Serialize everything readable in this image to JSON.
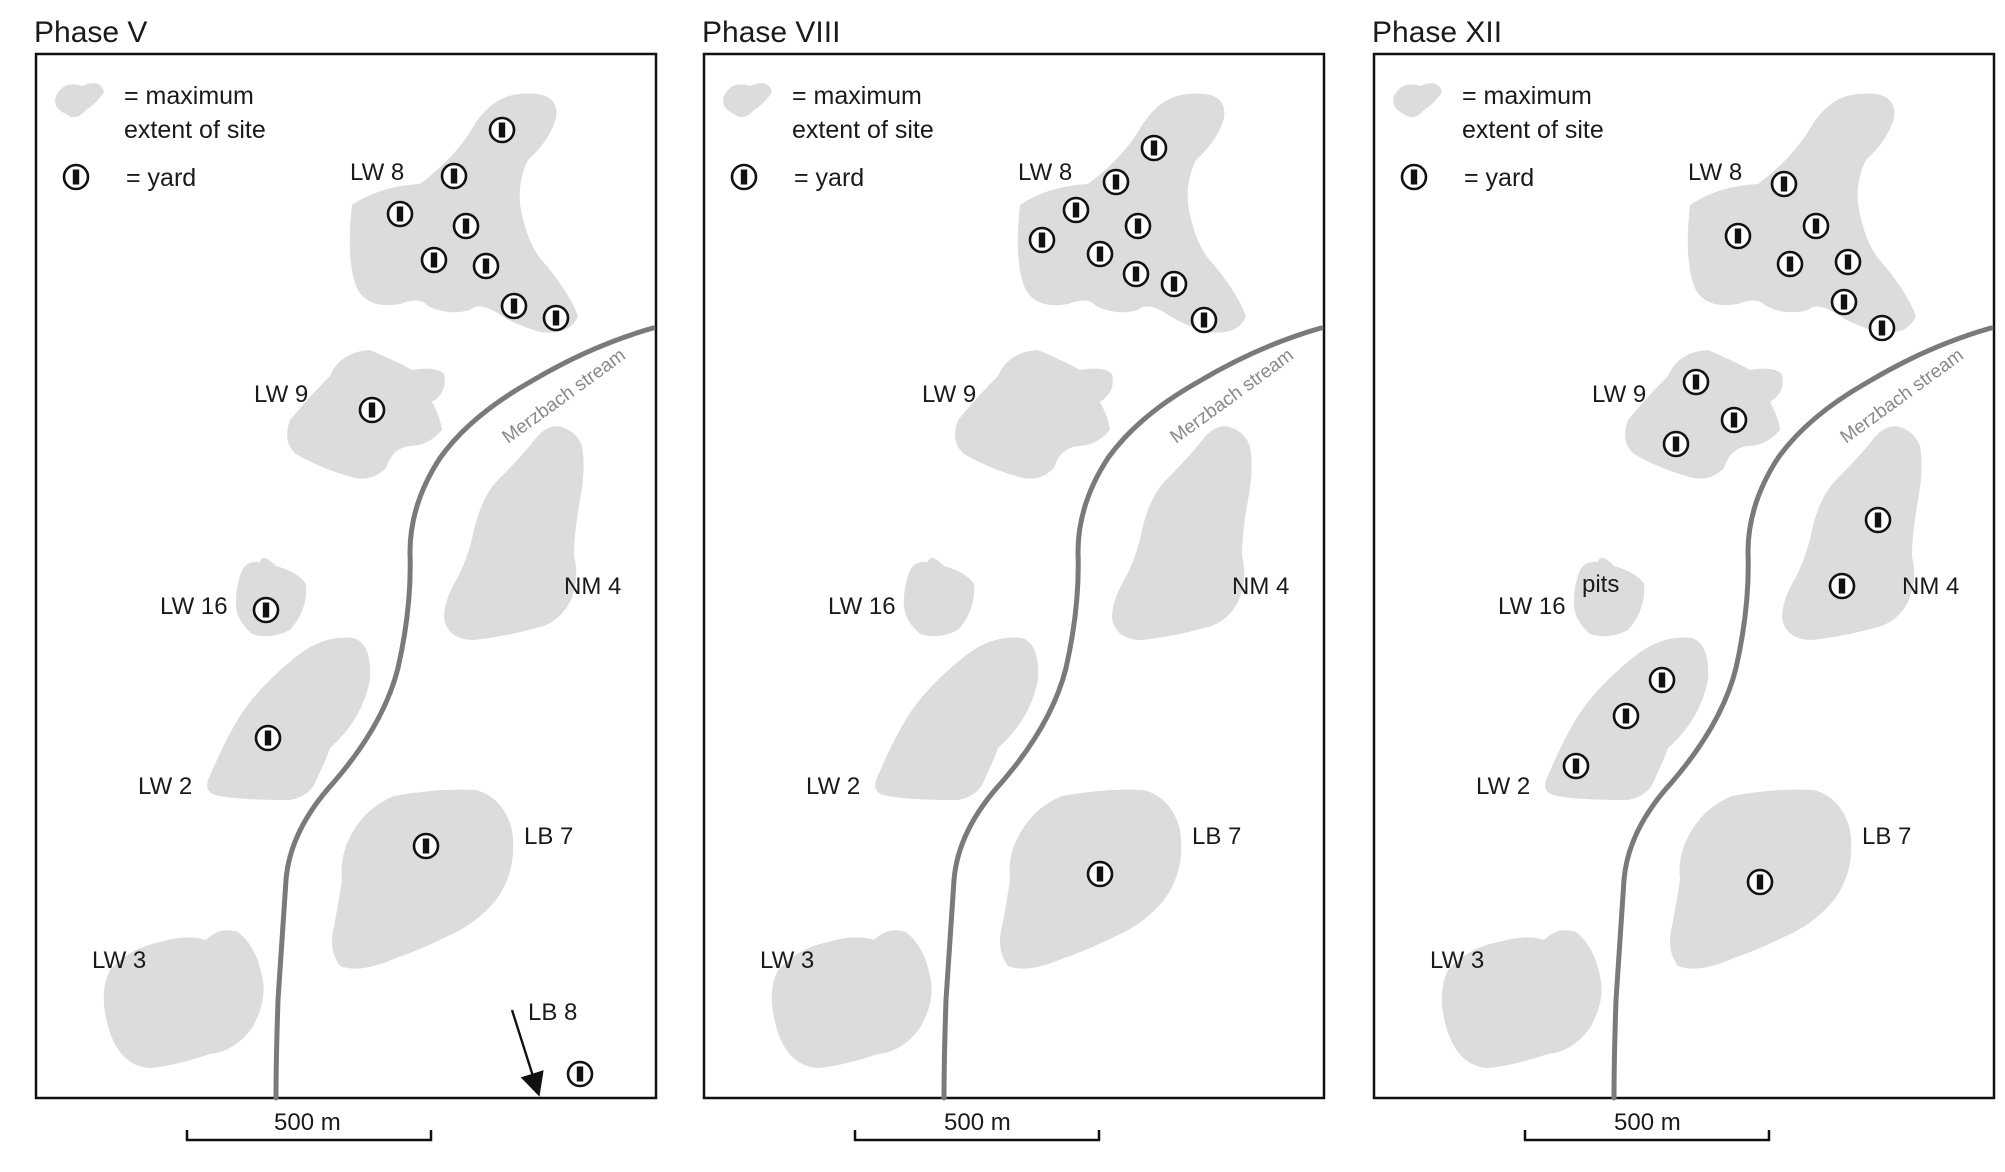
{
  "figure": {
    "panels": [
      {
        "title": "Phase V",
        "legend": {
          "extent_label_line1": "= maximum",
          "extent_label_line2": "extent of site",
          "yard_label": "= yard"
        },
        "stream_label": "Merzbach stream",
        "sites": [
          "LW 8",
          "LW 9",
          "LW 16",
          "LW 2",
          "LW 3",
          "NM 4",
          "LB 7",
          "LB 8"
        ],
        "notes": [],
        "scale_label": "500 m"
      },
      {
        "title": "Phase VIII",
        "legend": {
          "extent_label_line1": "= maximum",
          "extent_label_line2": "extent of site",
          "yard_label": "= yard"
        },
        "stream_label": "Merzbach stream",
        "sites": [
          "LW 8",
          "LW 9",
          "LW 16",
          "LW 2",
          "LW 3",
          "NM 4",
          "LB 7"
        ],
        "notes": [],
        "scale_label": "500 m"
      },
      {
        "title": "Phase XII",
        "legend": {
          "extent_label_line1": "= maximum",
          "extent_label_line2": "extent of site",
          "yard_label": "= yard"
        },
        "stream_label": "Merzbach stream",
        "sites": [
          "LW 8",
          "LW 9",
          "LW 16",
          "LW 2",
          "LW 3",
          "NM 4",
          "LB 7"
        ],
        "notes": [
          "pits"
        ],
        "scale_label": "500 m"
      }
    ],
    "colors": {
      "site_fill": "#dcdcdc",
      "stream": "#7a7a7a",
      "frame": "#111111"
    },
    "icons": [
      "yard-icon",
      "site-extent-icon",
      "arrow-icon"
    ]
  }
}
